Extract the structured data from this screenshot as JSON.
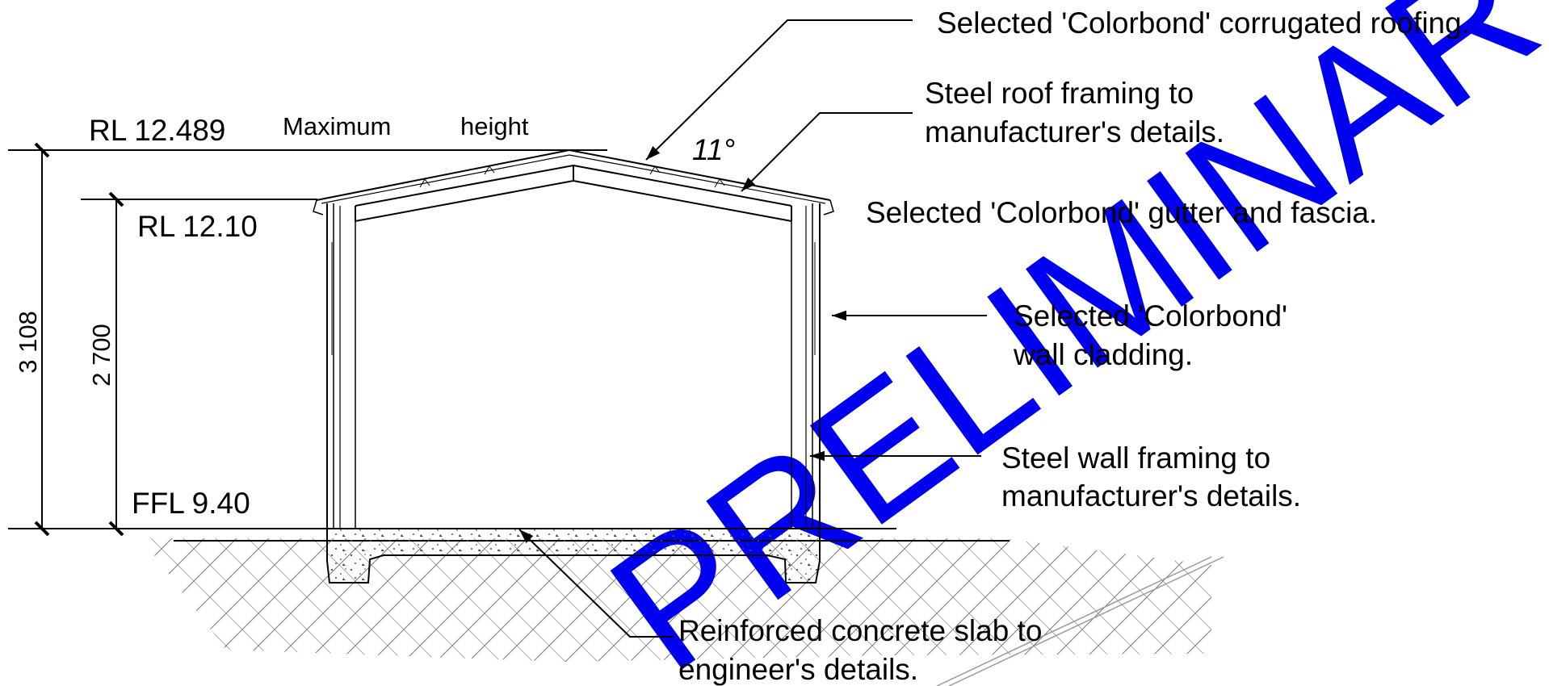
{
  "levels": {
    "ridge_rl": "RL 12.489",
    "max_height_a": "Maximum",
    "max_height_b": "height",
    "eave_rl": "RL 12.10",
    "ffl": "FFL 9.40"
  },
  "dimensions": {
    "overall": "3 108",
    "wall": "2 700",
    "roof_pitch": "11°"
  },
  "callouts": {
    "roofing": "Selected 'Colorbond' corrugated roofing.",
    "roof_framing_1": "Steel roof framing to",
    "roof_framing_2": "manufacturer's details.",
    "gutter": "Selected 'Colorbond' gutter and fascia.",
    "cladding_1": "Selected 'Colorbond'",
    "cladding_2": "wall cladding.",
    "wall_framing_1": "Steel wall framing to",
    "wall_framing_2": "manufacturer's details.",
    "slab_1": "Reinforced concrete slab to",
    "slab_2": "engineer's details."
  },
  "watermark": {
    "text": "PRELIMINARY ONLY",
    "color": "#0000f0"
  }
}
